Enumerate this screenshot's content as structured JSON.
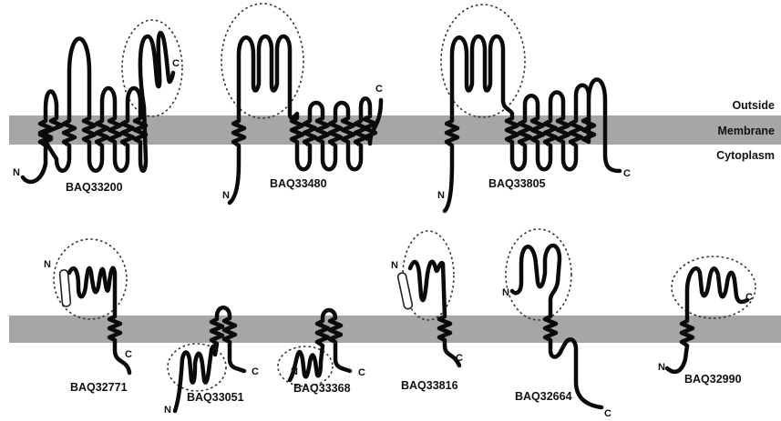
{
  "regions": {
    "outside": "Outside",
    "membrane": "Membrane",
    "cytoplasm": "Cytoplasm"
  },
  "proteins": [
    {
      "id": "BAQ33200",
      "n_label": "N",
      "c_label": "C"
    },
    {
      "id": "BAQ33480",
      "n_label": "N",
      "c_label": "C"
    },
    {
      "id": "BAQ33805",
      "n_label": "N",
      "c_label": "C"
    },
    {
      "id": "BAQ32771",
      "n_label": "N",
      "c_label": "C"
    },
    {
      "id": "BAQ33051",
      "n_label": "N",
      "c_label": "C"
    },
    {
      "id": "BAQ33368",
      "n_label": "N",
      "c_label": "C"
    },
    {
      "id": "BAQ33816",
      "n_label": "N",
      "c_label": "C"
    },
    {
      "id": "BAQ32664",
      "n_label": "N",
      "c_label": "C"
    },
    {
      "id": "BAQ32990",
      "n_label": "N",
      "c_label": "C"
    }
  ],
  "colors": {
    "membrane": "#a6a6a6",
    "chain": "#0a0a0a",
    "signal_peptide": "#ffffff"
  }
}
